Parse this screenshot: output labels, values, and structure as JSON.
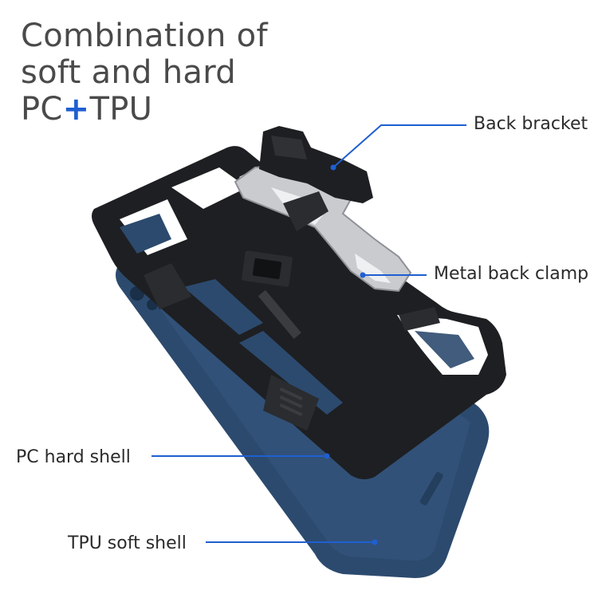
{
  "headline": {
    "line1": "Combination of",
    "line2": "soft and hard",
    "pc": "PC",
    "plus": "+",
    "tpu": "TPU"
  },
  "callouts": {
    "back_bracket": "Back bracket",
    "metal_back_clamp": "Metal back clamp",
    "pc_hard_shell": "PC hard shell",
    "tpu_soft_shell": "TPU soft shell"
  },
  "colors": {
    "headline_text": "#4a4a4a",
    "accent_blue": "#1f5fd1",
    "tpu_shell": "#2c4a6e",
    "pc_shell": "#1e1f22",
    "metal_clamp": "#c9cbcf"
  }
}
